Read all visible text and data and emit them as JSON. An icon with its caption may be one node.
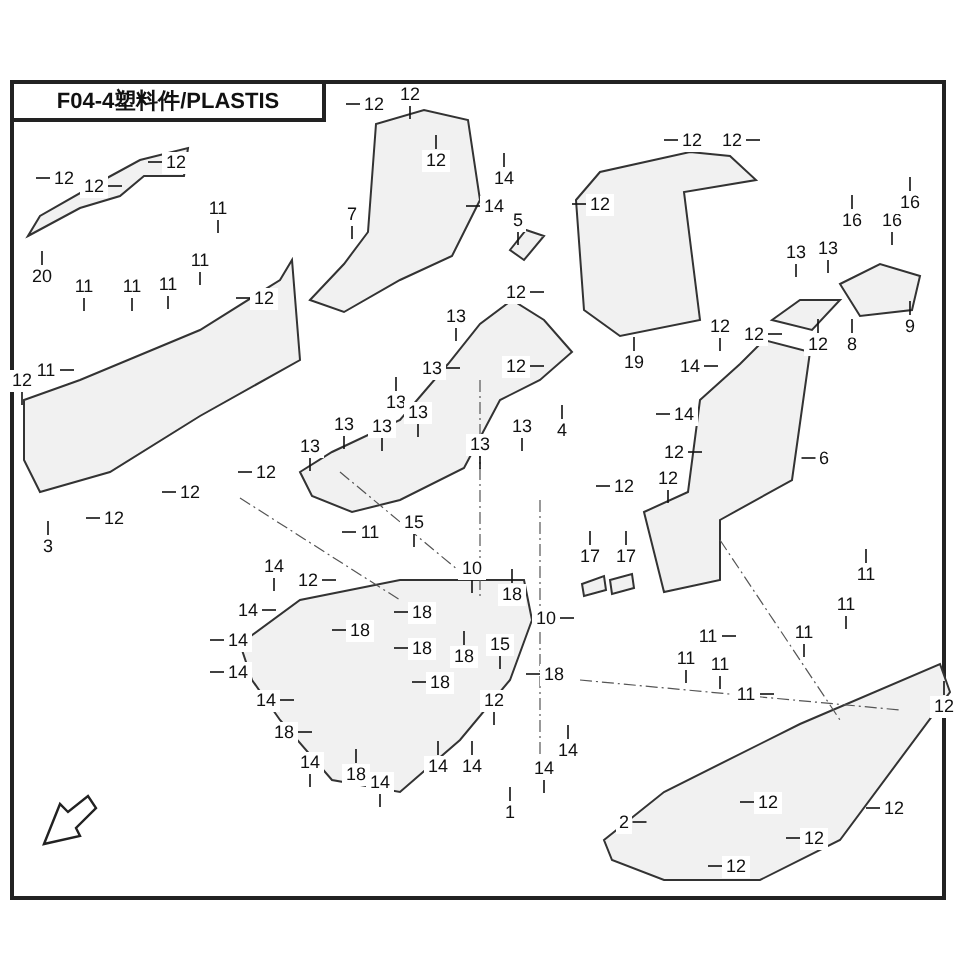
{
  "diagram": {
    "title": "F04-4塑料件/PLASTIS",
    "nodes": [
      {
        "text": [
          "12"
        ]
      },
      {
        "text": [
          "12"
        ]
      },
      {
        "text": [
          "12"
        ]
      },
      {
        "text": [
          "12"
        ]
      },
      {
        "text": [
          "12"
        ]
      },
      {
        "text": [
          "12"
        ]
      },
      {
        "text": [
          "20"
        ]
      },
      {
        "text": [
          "7"
        ]
      },
      {
        "text": [
          "11"
        ]
      },
      {
        "text": [
          "11"
        ]
      },
      {
        "text": [
          "11"
        ]
      },
      {
        "text": [
          "11"
        ]
      },
      {
        "text": [
          "11"
        ]
      },
      {
        "text": [
          "11"
        ]
      },
      {
        "text": [
          "12"
        ]
      },
      {
        "text": [
          "12"
        ]
      },
      {
        "text": [
          "12"
        ]
      },
      {
        "text": [
          "12"
        ]
      },
      {
        "text": [
          "13"
        ]
      },
      {
        "text": [
          "13"
        ]
      },
      {
        "text": [
          "13"
        ]
      },
      {
        "text": [
          "13"
        ]
      },
      {
        "text": [
          "13"
        ]
      },
      {
        "text": [
          "13"
        ]
      },
      {
        "text": [
          "13"
        ]
      },
      {
        "text": [
          "13"
        ]
      },
      {
        "text": [
          "14"
        ]
      },
      {
        "text": [
          "14"
        ]
      },
      {
        "text": [
          "5"
        ]
      },
      {
        "text": [
          "12"
        ]
      },
      {
        "text": [
          "12"
        ]
      },
      {
        "text": [
          "12"
        ]
      },
      {
        "text": [
          "12"
        ]
      },
      {
        "text": [
          "19"
        ]
      },
      {
        "text": [
          "13"
        ]
      },
      {
        "text": [
          "13"
        ]
      },
      {
        "text": [
          "16"
        ]
      },
      {
        "text": [
          "16"
        ]
      },
      {
        "text": [
          "16"
        ]
      },
      {
        "text": [
          "8"
        ]
      },
      {
        "text": [
          "9"
        ]
      },
      {
        "text": [
          "12"
        ]
      },
      {
        "text": [
          "12"
        ]
      },
      {
        "text": [
          "12"
        ]
      },
      {
        "text": [
          "14"
        ]
      },
      {
        "text": [
          "12"
        ]
      },
      {
        "text": [
          "13"
        ]
      },
      {
        "text": [
          "4"
        ]
      },
      {
        "text": [
          "14"
        ]
      },
      {
        "text": [
          "12"
        ]
      },
      {
        "text": [
          "12"
        ]
      },
      {
        "text": [
          "12"
        ]
      },
      {
        "text": [
          "6"
        ]
      },
      {
        "text": [
          "12"
        ]
      },
      {
        "text": [
          "3"
        ]
      },
      {
        "text": [
          "11"
        ]
      },
      {
        "text": [
          "15"
        ]
      },
      {
        "text": [
          "10"
        ]
      },
      {
        "text": [
          "14"
        ]
      },
      {
        "text": [
          "12"
        ]
      },
      {
        "text": [
          "14"
        ]
      },
      {
        "text": [
          "14"
        ]
      },
      {
        "text": [
          "14"
        ]
      },
      {
        "text": [
          "14"
        ]
      },
      {
        "text": [
          "18"
        ]
      },
      {
        "text": [
          "14"
        ]
      },
      {
        "text": [
          "18"
        ]
      },
      {
        "text": [
          "14"
        ]
      },
      {
        "text": [
          "14"
        ]
      },
      {
        "text": [
          "14"
        ]
      },
      {
        "text": [
          "18"
        ]
      },
      {
        "text": [
          "18"
        ]
      },
      {
        "text": [
          "18"
        ]
      },
      {
        "text": [
          "18"
        ]
      },
      {
        "text": [
          "18"
        ]
      },
      {
        "text": [
          "18"
        ]
      },
      {
        "text": [
          "10"
        ]
      },
      {
        "text": [
          "17"
        ]
      },
      {
        "text": [
          "17"
        ]
      },
      {
        "text": [
          "15"
        ]
      },
      {
        "text": [
          "11"
        ]
      },
      {
        "text": [
          "18"
        ]
      },
      {
        "text": [
          "12"
        ]
      },
      {
        "text": [
          "14"
        ]
      },
      {
        "text": [
          "14"
        ]
      },
      {
        "text": [
          "1"
        ]
      },
      {
        "text": [
          "11"
        ]
      },
      {
        "text": [
          "11"
        ]
      },
      {
        "text": [
          "11"
        ]
      },
      {
        "text": [
          "11"
        ]
      },
      {
        "text": [
          "11"
        ]
      },
      {
        "text": [
          "11"
        ]
      },
      {
        "text": [
          "12"
        ]
      },
      {
        "text": [
          "12"
        ]
      },
      {
        "text": [
          "12"
        ]
      },
      {
        "text": [
          "12"
        ]
      },
      {
        "text": [
          "12"
        ]
      },
      {
        "text": [
          "2"
        ]
      }
    ],
    "edges": [
      {
        "from": 0,
        "to": null,
        "arrow": "none"
      },
      {
        "from": 1,
        "to": null,
        "arrow": "none"
      },
      {
        "from": 2,
        "to": null,
        "arrow": "none"
      },
      {
        "from": 3,
        "to": null,
        "arrow": "none"
      },
      {
        "from": 4,
        "to": null,
        "arrow": "none"
      },
      {
        "from": 5,
        "to": null,
        "arrow": "none"
      },
      {
        "from": 6,
        "to": null,
        "arrow": "none"
      },
      {
        "from": 7,
        "to": null,
        "arrow": "none"
      },
      {
        "from": 8,
        "to": null,
        "arrow": "none"
      },
      {
        "from": 9,
        "to": null,
        "arrow": "none"
      },
      {
        "from": 10,
        "to": null,
        "arrow": "none"
      },
      {
        "from": 11,
        "to": null,
        "arrow": "none"
      },
      {
        "from": 12,
        "to": null,
        "arrow": "none"
      },
      {
        "from": 13,
        "to": null,
        "arrow": "none"
      },
      {
        "from": 14,
        "to": null,
        "arrow": "none"
      },
      {
        "from": 15,
        "to": null,
        "arrow": "none"
      },
      {
        "from": 16,
        "to": null,
        "arrow": "none"
      },
      {
        "from": 17,
        "to": null,
        "arrow": "none"
      },
      {
        "from": 18,
        "to": null,
        "arrow": "none"
      },
      {
        "from": 19,
        "to": null,
        "arrow": "none"
      },
      {
        "from": 20,
        "to": null,
        "arrow": "none"
      },
      {
        "from": 21,
        "to": null,
        "arrow": "none"
      },
      {
        "from": 22,
        "to": null,
        "arrow": "none"
      },
      {
        "from": 23,
        "to": null,
        "arrow": "none"
      },
      {
        "from": 24,
        "to": null,
        "arrow": "none"
      },
      {
        "from": 25,
        "to": null,
        "arrow": "none"
      },
      {
        "from": 26,
        "to": null,
        "arrow": "none"
      },
      {
        "from": 27,
        "to": null,
        "arrow": "none"
      },
      {
        "from": 28,
        "to": null,
        "arrow": "none"
      },
      {
        "from": 29,
        "to": null,
        "arrow": "none"
      },
      {
        "from": 30,
        "to": null,
        "arrow": "none"
      },
      {
        "from": 31,
        "to": null,
        "arrow": "none"
      },
      {
        "from": 32,
        "to": null,
        "arrow": "none"
      },
      {
        "from": 33,
        "to": null,
        "arrow": "none"
      },
      {
        "from": 34,
        "to": null,
        "arrow": "none"
      },
      {
        "from": 35,
        "to": null,
        "arrow": "none"
      },
      {
        "from": 36,
        "to": null,
        "arrow": "none"
      },
      {
        "from": 37,
        "to": null,
        "arrow": "none"
      },
      {
        "from": 38,
        "to": null,
        "arrow": "none"
      },
      {
        "from": 39,
        "to": null,
        "arrow": "none"
      },
      {
        "from": 40,
        "to": null,
        "arrow": "none"
      },
      {
        "from": 41,
        "to": null,
        "arrow": "none"
      },
      {
        "from": 42,
        "to": null,
        "arrow": "none"
      },
      {
        "from": 43,
        "to": null,
        "arrow": "none"
      },
      {
        "from": 44,
        "to": null,
        "arrow": "none"
      },
      {
        "from": 45,
        "to": null,
        "arrow": "none"
      },
      {
        "from": 46,
        "to": null,
        "arrow": "none"
      },
      {
        "from": 47,
        "to": null,
        "arrow": "none"
      },
      {
        "from": 48,
        "to": null,
        "arrow": "none"
      },
      {
        "from": 49,
        "to": null,
        "arrow": "none"
      },
      {
        "from": 50,
        "to": null,
        "arrow": "none"
      },
      {
        "from": 51,
        "to": null,
        "arrow": "none"
      },
      {
        "from": 52,
        "to": null,
        "arrow": "none"
      },
      {
        "from": 53,
        "to": null,
        "arrow": "none"
      },
      {
        "from": 54,
        "to": null,
        "arrow": "none"
      },
      {
        "from": 55,
        "to": null,
        "arrow": "none"
      },
      {
        "from": 56,
        "to": null,
        "arrow": "none"
      },
      {
        "from": 57,
        "to": null,
        "arrow": "none"
      },
      {
        "from": 58,
        "to": null,
        "arrow": "none"
      },
      {
        "from": 59,
        "to": null,
        "arrow": "none"
      },
      {
        "from": 60,
        "to": null,
        "arrow": "none"
      },
      {
        "from": 61,
        "to": null,
        "arrow": "none"
      },
      {
        "from": 62,
        "to": null,
        "arrow": "none"
      },
      {
        "from": 63,
        "to": null,
        "arrow": "none"
      },
      {
        "from": 64,
        "to": null,
        "arrow": "none"
      },
      {
        "from": 65,
        "to": null,
        "arrow": "none"
      },
      {
        "from": 66,
        "to": null,
        "arrow": "none"
      },
      {
        "from": 67,
        "to": null,
        "arrow": "none"
      },
      {
        "from": 68,
        "to": null,
        "arrow": "none"
      },
      {
        "from": 69,
        "to": null,
        "arrow": "none"
      },
      {
        "from": 70,
        "to": null,
        "arrow": "none"
      },
      {
        "from": 71,
        "to": null,
        "arrow": "none"
      },
      {
        "from": 72,
        "to": null,
        "arrow": "none"
      },
      {
        "from": 73,
        "to": null,
        "arrow": "none"
      },
      {
        "from": 74,
        "to": null,
        "arrow": "none"
      },
      {
        "from": 75,
        "to": null,
        "arrow": "none"
      },
      {
        "from": 76,
        "to": null,
        "arrow": "none"
      },
      {
        "from": 77,
        "to": null,
        "arrow": "none"
      },
      {
        "from": 78,
        "to": null,
        "arrow": "none"
      },
      {
        "from": 79,
        "to": null,
        "arrow": "none"
      },
      {
        "from": 80,
        "to": null,
        "arrow": "none"
      },
      {
        "from": 81,
        "to": null,
        "arrow": "none"
      },
      {
        "from": 82,
        "to": null,
        "arrow": "none"
      },
      {
        "from": 83,
        "to": null,
        "arrow": "none"
      },
      {
        "from": 84,
        "to": null,
        "arrow": "none"
      },
      {
        "from": 85,
        "to": null,
        "arrow": "none"
      },
      {
        "from": 86,
        "to": null,
        "arrow": "none"
      },
      {
        "from": 87,
        "to": null,
        "arrow": "none"
      },
      {
        "from": 88,
        "to": null,
        "arrow": "none"
      },
      {
        "from": 89,
        "to": null,
        "arrow": "none"
      },
      {
        "from": 90,
        "to": null,
        "arrow": "none"
      },
      {
        "from": 91,
        "to": null,
        "arrow": "none"
      },
      {
        "from": 92,
        "to": null,
        "arrow": "none"
      },
      {
        "from": 93,
        "to": null,
        "arrow": "none"
      },
      {
        "from": 94,
        "to": null,
        "arrow": "none"
      },
      {
        "from": 95,
        "to": null,
        "arrow": "none"
      },
      {
        "from": 96,
        "to": null,
        "arrow": "none"
      },
      {
        "from": 97,
        "to": null,
        "arrow": "none"
      }
    ]
  }
}
